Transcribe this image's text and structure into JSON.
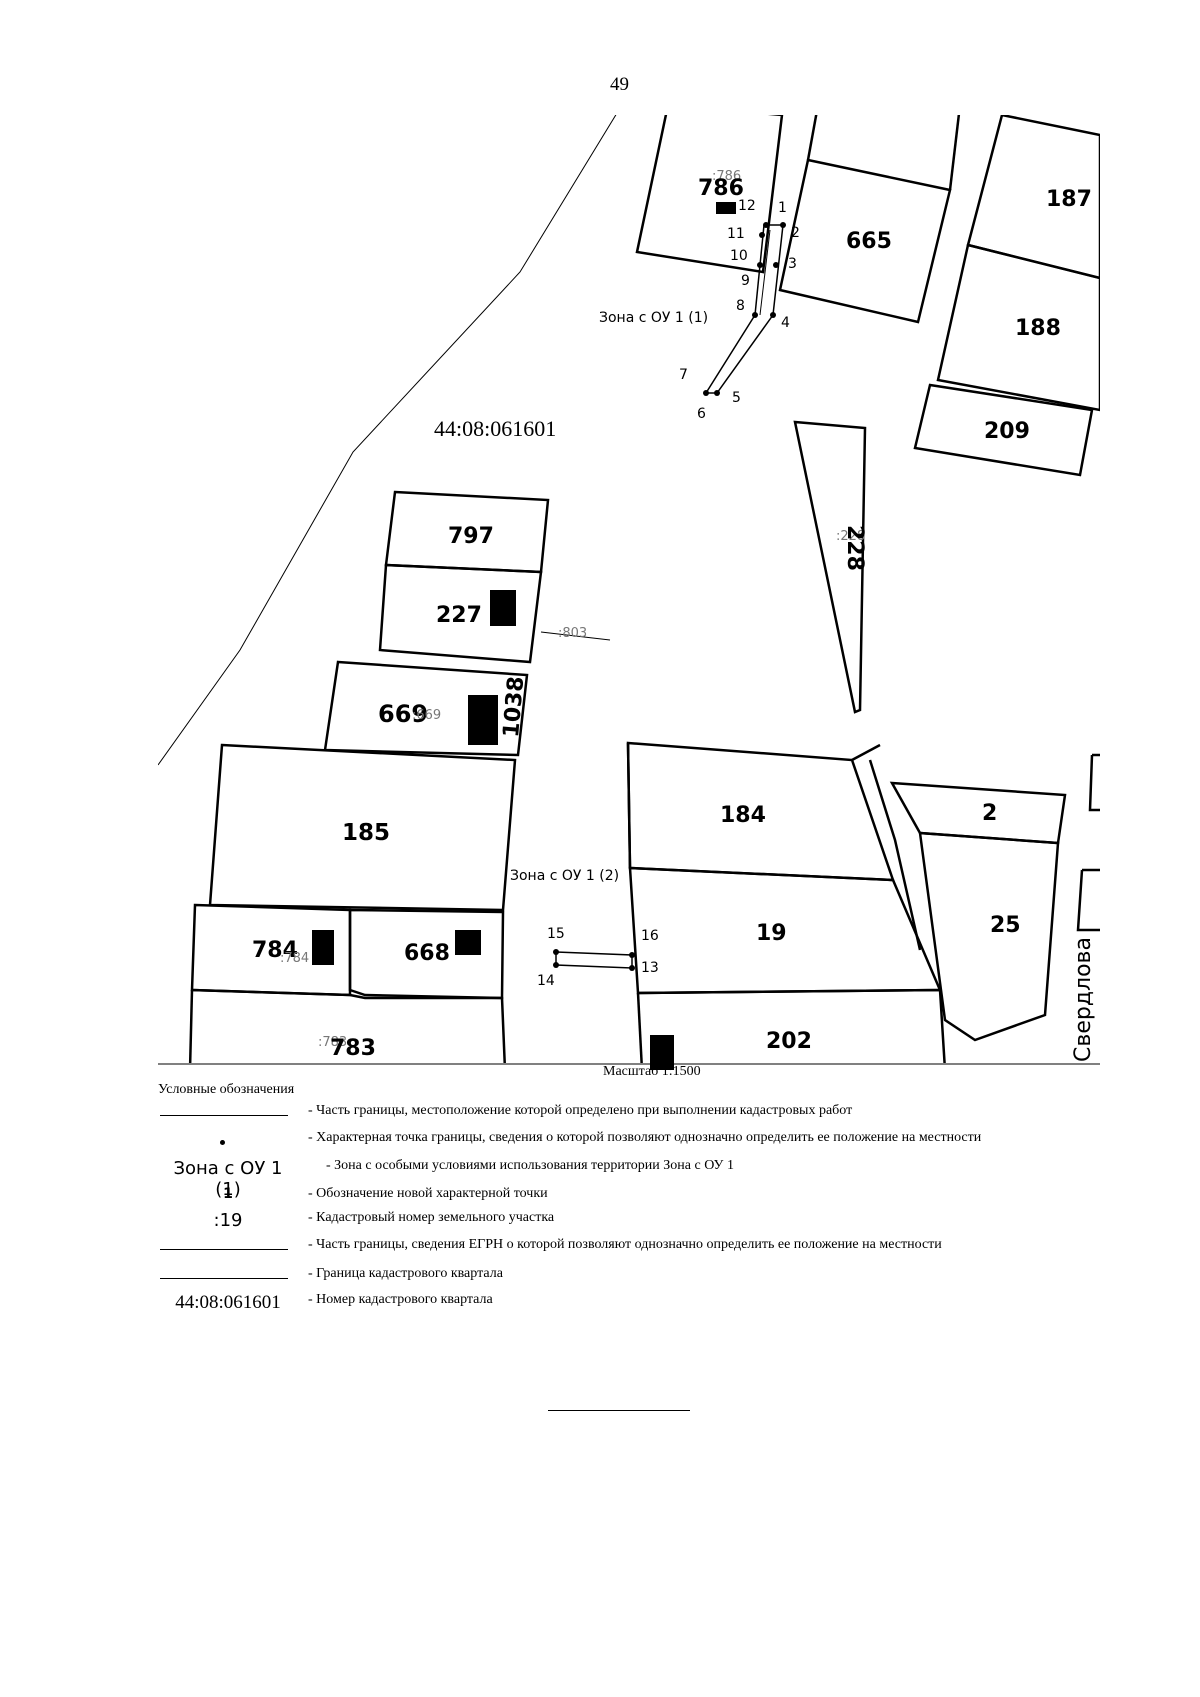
{
  "page_number": "49",
  "map": {
    "quarter_number": "44:08:061601",
    "zones": [
      "Зона с ОУ 1 (1)",
      "Зона с ОУ 1 (2)"
    ],
    "parcels": {
      "p786": "786",
      "p786_small": ":786",
      "p665": "665",
      "p187": "187",
      "p188": "188",
      "p209": "209",
      "p228": "228",
      "p228_small": ":228",
      "p797": "797",
      "p227": "227",
      "p803": ":803",
      "p669": "669",
      "p669_small": ":669",
      "p1038": "1038",
      "p185": "185",
      "p184": "184",
      "p2": "2",
      "p19": "19",
      "p25": "25",
      "p784": "784",
      "p784_small": ":784",
      "p668": "668",
      "p783": "783",
      "p783_small": ":783",
      "p202": "202"
    },
    "points": [
      "1",
      "2",
      "3",
      "4",
      "5",
      "6",
      "7",
      "8",
      "9",
      "10",
      "11",
      "12",
      "13",
      "14",
      "15",
      "16"
    ],
    "street": "Свердлова"
  },
  "scale": "Масштаб 1:1500",
  "legend": {
    "title": "Условные обозначения",
    "items": [
      {
        "symbol": "",
        "text": "- Часть границы, местоположение которой определено при выполнении кадастровых работ"
      },
      {
        "symbol": "",
        "text": "- Характерная точка границы, сведения о которой позволяют однозначно определить ее положение на местности"
      },
      {
        "symbol": "Зона с ОУ 1 (1)",
        "text": "- Зона с особыми условиями использования территории Зона с ОУ 1"
      },
      {
        "symbol": "1",
        "text": "- Обозначение новой характерной точки"
      },
      {
        "symbol": ":19",
        "text": "- Кадастровый номер земельного участка"
      },
      {
        "symbol": "",
        "text": "- Часть границы, сведения ЕГРН о которой позволяют однозначно определить ее положение на местности"
      },
      {
        "symbol": "",
        "text": "- Граница кадастрового квартала"
      },
      {
        "symbol": "44:08:061601",
        "text": "- Номер кадастрового квартала"
      }
    ]
  }
}
